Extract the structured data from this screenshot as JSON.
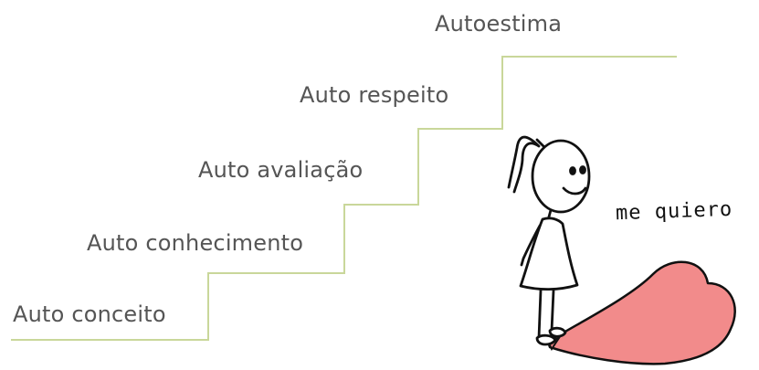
{
  "steps": [
    {
      "label": "Auto conceito"
    },
    {
      "label": "Auto conhecimento"
    },
    {
      "label": "Auto avaliação"
    },
    {
      "label": "Auto respeito"
    },
    {
      "label": "Autoestima"
    }
  ],
  "illustration": {
    "caption": "me quiero",
    "stair_color": "#c9d79a",
    "heart_color": "#f28b8b",
    "ink_color": "#111111"
  }
}
